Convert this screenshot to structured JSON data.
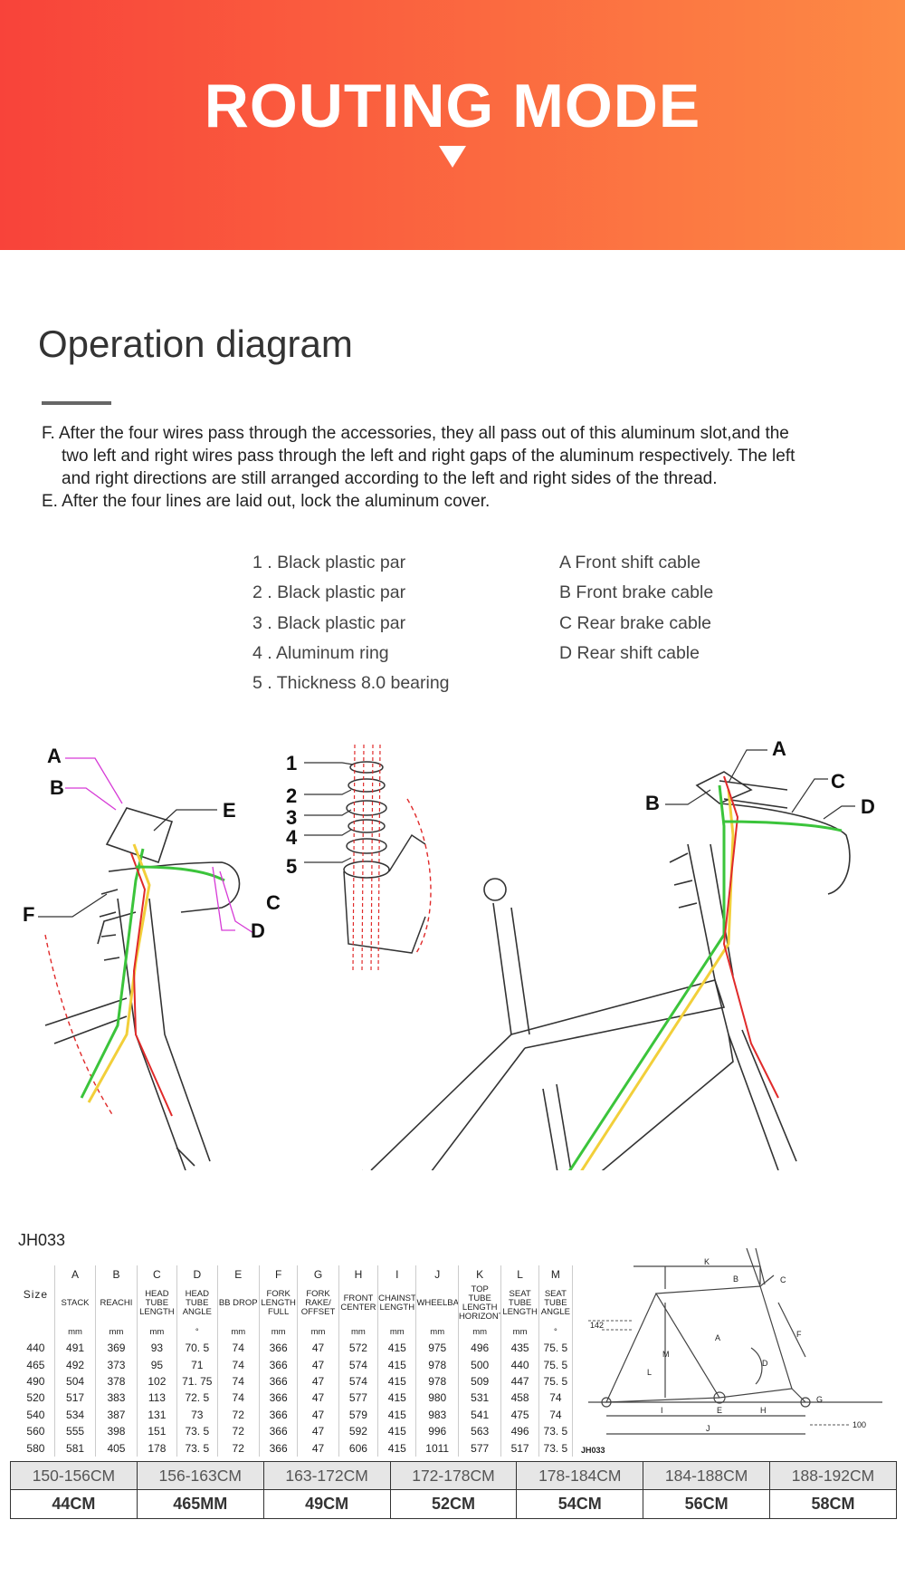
{
  "banner": {
    "title": "ROUTING MODE"
  },
  "operation": {
    "title": "Operation diagram",
    "f_line1": "F. After the four wires pass through the accessories, they all pass out of this aluminum slot,and the",
    "f_line2": "two left and right wires pass through the left and right gaps of the aluminum respectively. The left",
    "f_line3": "and right directions are still arranged according to the left and right sides of the thread.",
    "e_line": "E. After the four lines are laid out, lock the aluminum cover."
  },
  "parts": [
    "1 . Black plastic par",
    "2 . Black plastic par",
    "3 . Black plastic par",
    "4 . Aluminum ring",
    "5 . Thickness 8.0 bearing"
  ],
  "cables": [
    "A  Front shift cable",
    "B  Front brake cable",
    "C  Rear brake cable",
    "D  Rear shift cable"
  ],
  "diagram_labels": {
    "left": [
      "A",
      "B",
      "E",
      "F",
      "C",
      "D"
    ],
    "middle": [
      "1",
      "2",
      "3",
      "4",
      "5"
    ],
    "right": [
      "A",
      "B",
      "C",
      "D"
    ]
  },
  "colors": {
    "banner_start": "#f8433a",
    "banner_end": "#fd8a45",
    "cable_green": "#3bc43b",
    "cable_yellow": "#f2cf3a",
    "cable_red": "#e02a2a",
    "cable_orange": "#e8862a",
    "leader_magenta": "#d63ad6"
  },
  "geometry": {
    "model": "JH033",
    "size_label": "Size",
    "letters": [
      "A",
      "B",
      "C",
      "D",
      "E",
      "F",
      "G",
      "H",
      "I",
      "J",
      "K",
      "L",
      "M"
    ],
    "names": [
      "STACK",
      "REACHI",
      "HEAD TUBE LENGTH",
      "HEAD TUBE ANGLE",
      "BB DROP",
      "FORK LENGTH FULL",
      "FORK RAKE/ OFFSET",
      "FRONT CENTER",
      "CHAINSTAY LENGTH",
      "WHEELBASE",
      "TOP TUBE LENGTH HORIZONTAL",
      "SEAT TUBE LENGTH",
      "SEAT TUBE ANGLE"
    ],
    "units": [
      "mm",
      "mm",
      "mm",
      "°",
      "mm",
      "mm",
      "mm",
      "mm",
      "mm",
      "mm",
      "mm",
      "mm",
      "°"
    ],
    "rows": [
      [
        "440",
        "491",
        "369",
        "93",
        "70. 5",
        "74",
        "366",
        "47",
        "572",
        "415",
        "975",
        "496",
        "435",
        "75. 5"
      ],
      [
        "465",
        "492",
        "373",
        "95",
        "71",
        "74",
        "366",
        "47",
        "574",
        "415",
        "978",
        "500",
        "440",
        "75. 5"
      ],
      [
        "490",
        "504",
        "378",
        "102",
        "71. 75",
        "74",
        "366",
        "47",
        "574",
        "415",
        "978",
        "509",
        "447",
        "75. 5"
      ],
      [
        "520",
        "517",
        "383",
        "113",
        "72. 5",
        "74",
        "366",
        "47",
        "577",
        "415",
        "980",
        "531",
        "458",
        "74"
      ],
      [
        "540",
        "534",
        "387",
        "131",
        "73",
        "72",
        "366",
        "47",
        "579",
        "415",
        "983",
        "541",
        "475",
        "74"
      ],
      [
        "560",
        "555",
        "398",
        "151",
        "73. 5",
        "72",
        "366",
        "47",
        "592",
        "415",
        "996",
        "563",
        "496",
        "73. 5"
      ],
      [
        "580",
        "581",
        "405",
        "178",
        "73. 5",
        "72",
        "366",
        "47",
        "606",
        "415",
        "1011",
        "577",
        "517",
        "73. 5"
      ]
    ],
    "diagram_labels": [
      "K",
      "B",
      "C",
      "A",
      "F",
      "M",
      "D",
      "G",
      "E",
      "H",
      "I",
      "J",
      "L",
      "142",
      "100",
      "JH033"
    ]
  },
  "size_chart": {
    "ranges": [
      "150-156CM",
      "156-163CM",
      "163-172CM",
      "172-178CM",
      "178-184CM",
      "184-188CM",
      "188-192CM"
    ],
    "frames": [
      "44CM",
      "465MM",
      "49CM",
      "52CM",
      "54CM",
      "56CM",
      "58CM"
    ]
  }
}
